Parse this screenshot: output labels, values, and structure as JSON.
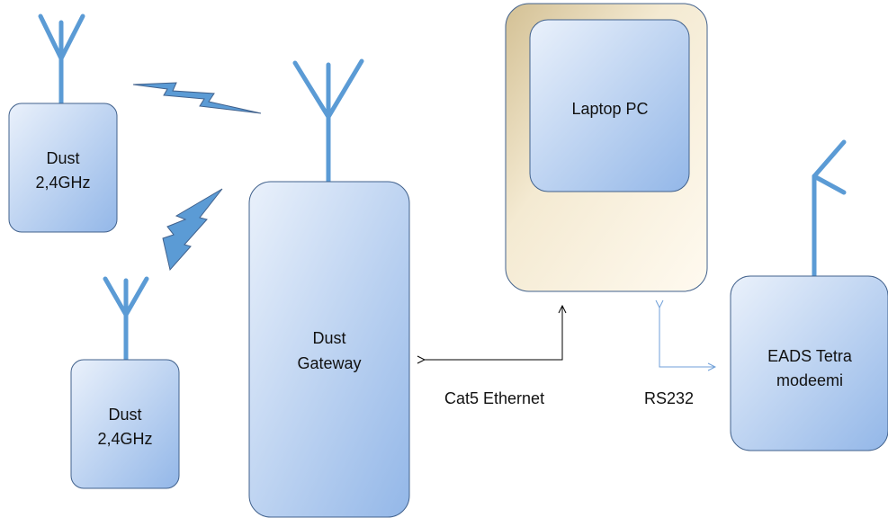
{
  "nodes": {
    "dust1": {
      "line1": "Dust",
      "line2": "2,4GHz"
    },
    "dust2": {
      "line1": "Dust",
      "line2": "2,4GHz"
    },
    "gateway": {
      "line1": "Dust",
      "line2": "Gateway"
    },
    "laptop": {
      "label": "Laptop PC"
    },
    "tetra": {
      "line1": "EADS Tetra",
      "line2": "modeemi"
    }
  },
  "connections": {
    "ethernet": "Cat5 Ethernet",
    "serial": "RS232"
  },
  "colors": {
    "box_fill_light": "#e6eefa",
    "box_fill_dark": "#9cbdea",
    "box_stroke": "#41618c",
    "antenna": "#5b9bd5",
    "laptop_outer_light": "#fbf6ea",
    "laptop_outer_dark": "#d7c6a0",
    "bolt": "#5b9bd5",
    "ethernet_line": "#000000",
    "serial_line": "#6f9fd8"
  }
}
